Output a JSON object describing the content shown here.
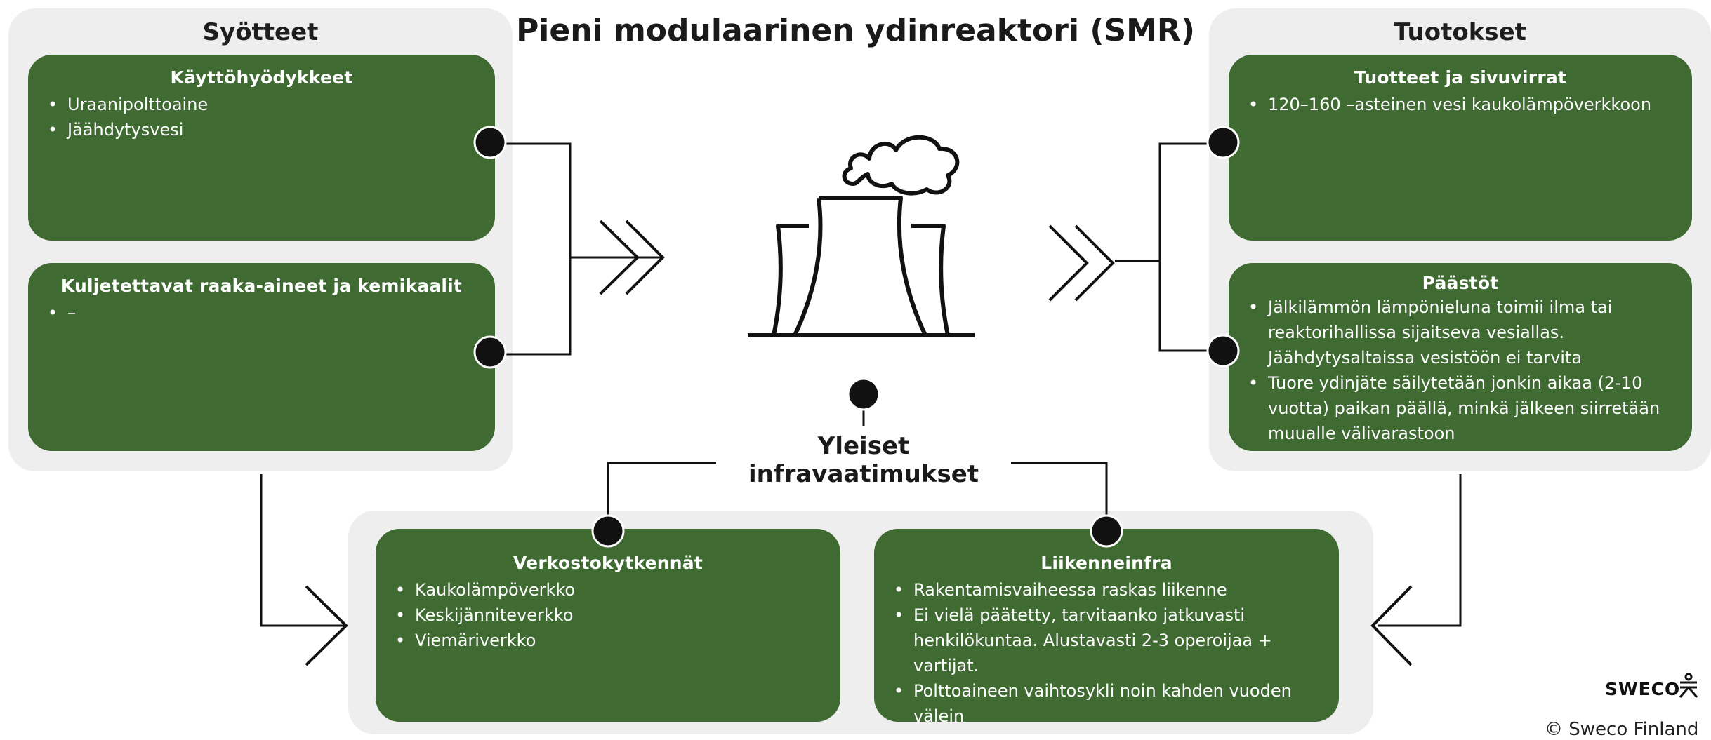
{
  "title": "Pieni modulaarinen ydinreaktori (SMR)",
  "inputs": {
    "heading": "Syötteet",
    "cards": [
      {
        "title": "Käyttöhyödykkeet",
        "items": [
          "Uraanipolttoaine",
          "Jäähdytysvesi"
        ]
      },
      {
        "title": "Kuljetettavat raaka-aineet ja kemikaalit",
        "items": [
          "–"
        ]
      }
    ]
  },
  "outputs": {
    "heading": "Tuotokset",
    "cards": [
      {
        "title": "Tuotteet ja sivuvirrat",
        "items": [
          "120–160 –asteinen vesi kaukolämpöverkkoon"
        ]
      },
      {
        "title": "Päästöt",
        "items": [
          "Jälkilämmön lämpönieluna toimii ilma tai reaktorihallissa sijaitseva vesiallas. Jäähdytysaltaissa vesistöön ei tarvita",
          "Tuore ydinjäte säilytetään jonkin aikaa (2-10 vuotta) paikan päällä, minkä jälkeen siirretään muualle välivarastoon"
        ]
      }
    ]
  },
  "infra": {
    "label": "Yleiset infravaatimukset",
    "cards": [
      {
        "title": "Verkostokytkennät",
        "items": [
          "Kaukolämpöverkko",
          "Keskijänniteverkko",
          "Viemäriverkko"
        ]
      },
      {
        "title": "Liikenneinfra",
        "items": [
          "Rakentamisvaiheessa raskas liikenne",
          "Ei vielä päätetty, tarvitaanko jatkuvasti henkilökuntaa. Alustavasti 2-3 operoijaa + vartijat.",
          "Polttoaineen vaihtosykli noin kahden vuoden välein"
        ]
      }
    ]
  },
  "icon": "cooling-tower-icon",
  "branding": {
    "logo_text": "SWECO",
    "copyright": "© Sweco Finland"
  },
  "colors": {
    "card": "#3f6a32",
    "panel": "#eeeeee",
    "line": "#111111"
  }
}
